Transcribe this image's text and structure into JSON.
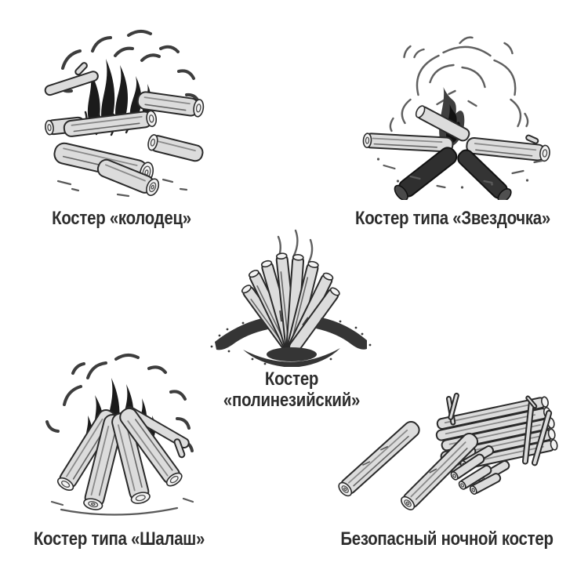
{
  "page": {
    "background_color": "#ffffff",
    "ink_color": "#2d2d2d"
  },
  "figures": [
    {
      "id": "well",
      "illustration": "well-fire-sketch",
      "label": "Костер «колодец»"
    },
    {
      "id": "star",
      "illustration": "star-fire-sketch",
      "label": "Костер типа «Звездочка»"
    },
    {
      "id": "polynesian",
      "illustration": "polynesian-fire-sketch",
      "label_line1": "Костер",
      "label_line2": "«полинезийский»"
    },
    {
      "id": "shalash",
      "illustration": "teepee-fire-sketch",
      "label": "Костер типа «Шалаш»"
    },
    {
      "id": "night",
      "illustration": "safe-night-fire-sketch",
      "label": "Безопасный ночной костер"
    }
  ]
}
